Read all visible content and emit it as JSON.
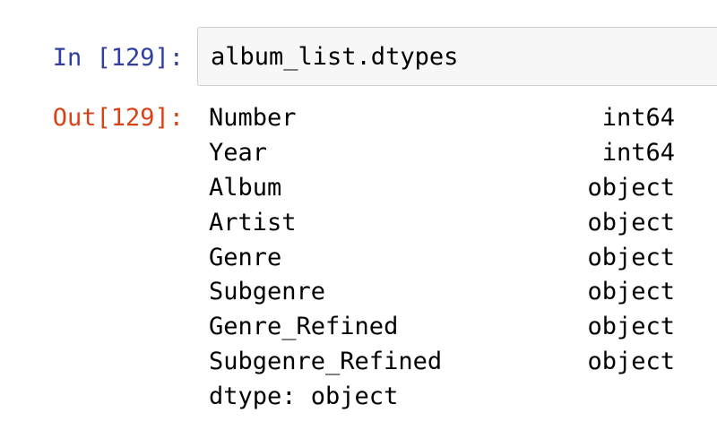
{
  "input": {
    "prompt": "In [129]:",
    "code": "album_list.dtypes"
  },
  "output": {
    "prompt": "Out[129]:",
    "rows": [
      {
        "name": "Number",
        "dtype": "int64"
      },
      {
        "name": "Year",
        "dtype": "int64"
      },
      {
        "name": "Album",
        "dtype": "object"
      },
      {
        "name": "Artist",
        "dtype": "object"
      },
      {
        "name": "Genre",
        "dtype": "object"
      },
      {
        "name": "Subgenre",
        "dtype": "object"
      },
      {
        "name": "Genre_Refined",
        "dtype": "object"
      },
      {
        "name": "Subgenre_Refined",
        "dtype": "object"
      }
    ],
    "footer": "dtype: object"
  },
  "colors": {
    "in_prompt": "#303f9f",
    "out_prompt": "#d84315",
    "input_background": "#f7f7f7",
    "input_border": "#cfcfcf"
  }
}
